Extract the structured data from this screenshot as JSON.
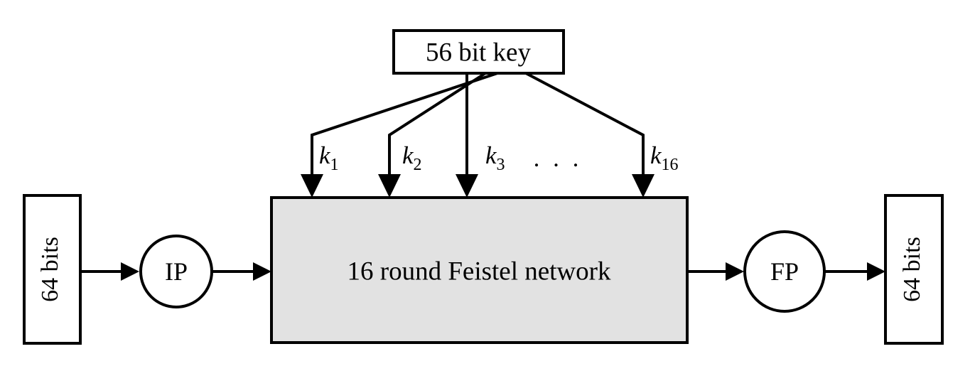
{
  "diagram": {
    "title": "DES block cipher structure",
    "colors": {
      "stroke": "#000000",
      "background": "#ffffff",
      "box_fill": "#ffffff",
      "network_fill": "#e2e2e2"
    },
    "input_block": {
      "label": "64 bits",
      "orientation": "vertical-bottom-to-top"
    },
    "output_block": {
      "label": "64 bits",
      "orientation": "vertical-bottom-to-top"
    },
    "initial_permutation": {
      "label": "IP"
    },
    "final_permutation": {
      "label": "FP"
    },
    "network": {
      "label": "16 round Feistel network"
    },
    "key_block": {
      "label": "56  bit key"
    },
    "subkeys": [
      {
        "base": "k",
        "sub": "1"
      },
      {
        "base": "k",
        "sub": "2"
      },
      {
        "base": "k",
        "sub": "3"
      },
      {
        "base": "k",
        "sub": "16"
      }
    ],
    "ellipsis": ". . ."
  }
}
